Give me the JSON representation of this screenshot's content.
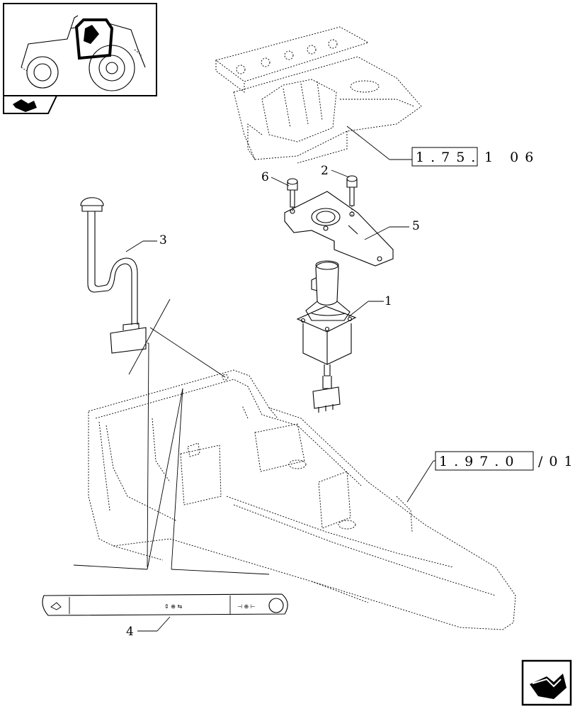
{
  "callouts": [
    {
      "id": "c1",
      "text": "1"
    },
    {
      "id": "c2",
      "text": "2"
    },
    {
      "id": "c3",
      "text": "3"
    },
    {
      "id": "c4",
      "text": "4"
    },
    {
      "id": "c5",
      "text": "5"
    },
    {
      "id": "c6",
      "text": "6"
    }
  ],
  "references": [
    {
      "id": "ref-top",
      "box_text": "1.75.",
      "suffix": "1 06"
    },
    {
      "id": "ref-mid",
      "box_text": "1.97.0",
      "suffix": "/01"
    }
  ],
  "icons": {
    "thumbnail": "tractor-cab-thumbnail-icon",
    "nav_small": "arrow-page-icon",
    "nav_large": "next-page-arrow-icon"
  }
}
